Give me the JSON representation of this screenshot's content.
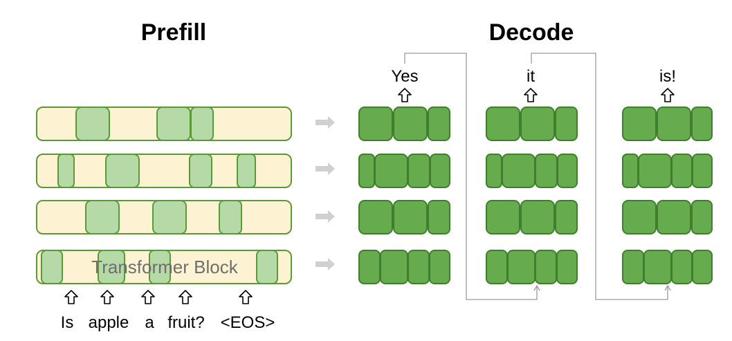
{
  "prefill": {
    "title": "Prefill",
    "block_label": "Transformer Block",
    "tokens": [
      "Is",
      "apple",
      "a",
      "fruit?",
      "<EOS>"
    ]
  },
  "decode": {
    "title": "Decode",
    "outputs": [
      "Yes",
      "it",
      "is!"
    ]
  },
  "colors": {
    "bar_fill": "#fdf3d2",
    "bar_stroke": "#5a9a36",
    "light_block": "#b6d9a8",
    "dark_block": "#66ab4e",
    "arrow_gray": "#d0d0d0",
    "line_gray": "#9a9a9a"
  },
  "icons": {
    "input_arrow": "hollow-up-arrow-icon",
    "layer_arrow": "right-arrow-icon"
  }
}
